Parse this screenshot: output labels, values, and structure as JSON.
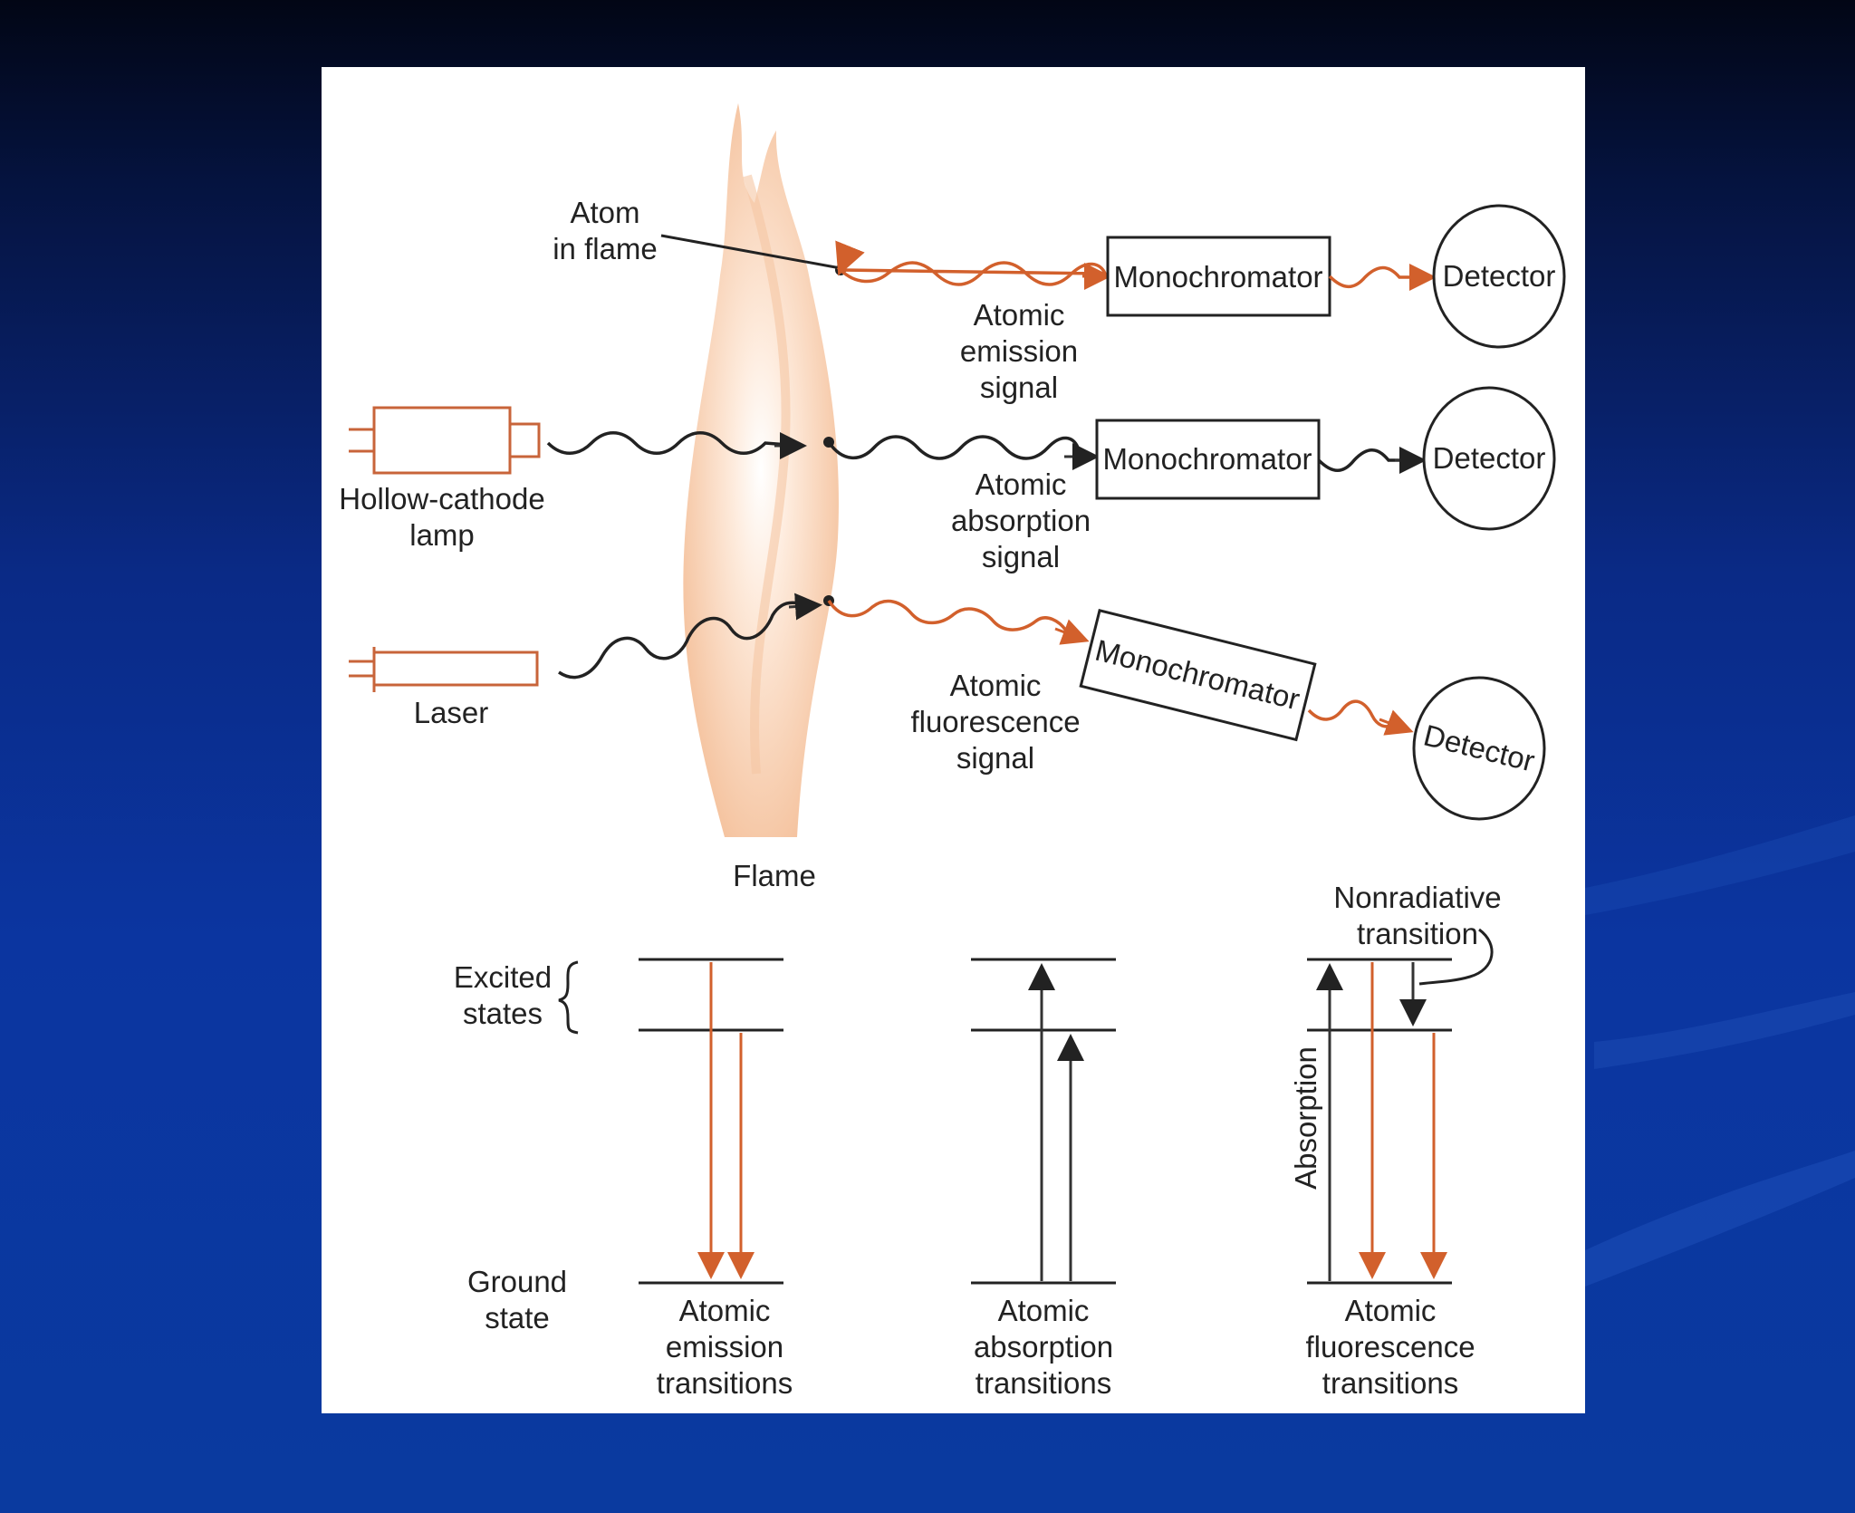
{
  "colors": {
    "background_top": "#020615",
    "background_bottom": "#0a3a9f",
    "panel": "#ffffff",
    "emission": "#d2602c",
    "absorption": "#222222",
    "flame": "#f6c7a4"
  },
  "top": {
    "atom_label_1": "Atom",
    "atom_label_2": "in flame",
    "hollow_cathode_1": "Hollow-cathode",
    "hollow_cathode_2": "lamp",
    "laser": "Laser",
    "flame": "Flame",
    "emission_path": {
      "monochromator": "Monochromator",
      "detector": "Detector",
      "signal_1": "Atomic",
      "signal_2": "emission",
      "signal_3": "signal"
    },
    "absorption_path": {
      "monochromator": "Monochromator",
      "detector": "Detector",
      "signal_1": "Atomic",
      "signal_2": "absorption",
      "signal_3": "signal"
    },
    "fluorescence_path": {
      "monochromator": "Monochromator",
      "detector": "Detector",
      "signal_1": "Atomic",
      "signal_2": "fluorescence",
      "signal_3": "signal"
    }
  },
  "bottom": {
    "excited_1": "Excited",
    "excited_2": "states",
    "ground_1": "Ground",
    "ground_2": "state",
    "emission_1": "Atomic",
    "emission_2": "emission",
    "emission_3": "transitions",
    "absorption_1": "Atomic",
    "absorption_2": "absorption",
    "absorption_3": "transitions",
    "fluorescence_1": "Atomic",
    "fluorescence_2": "fluorescence",
    "fluorescence_3": "transitions",
    "nonradiative_1": "Nonradiative",
    "nonradiative_2": "transition",
    "absorption_axis": "Absorption"
  }
}
